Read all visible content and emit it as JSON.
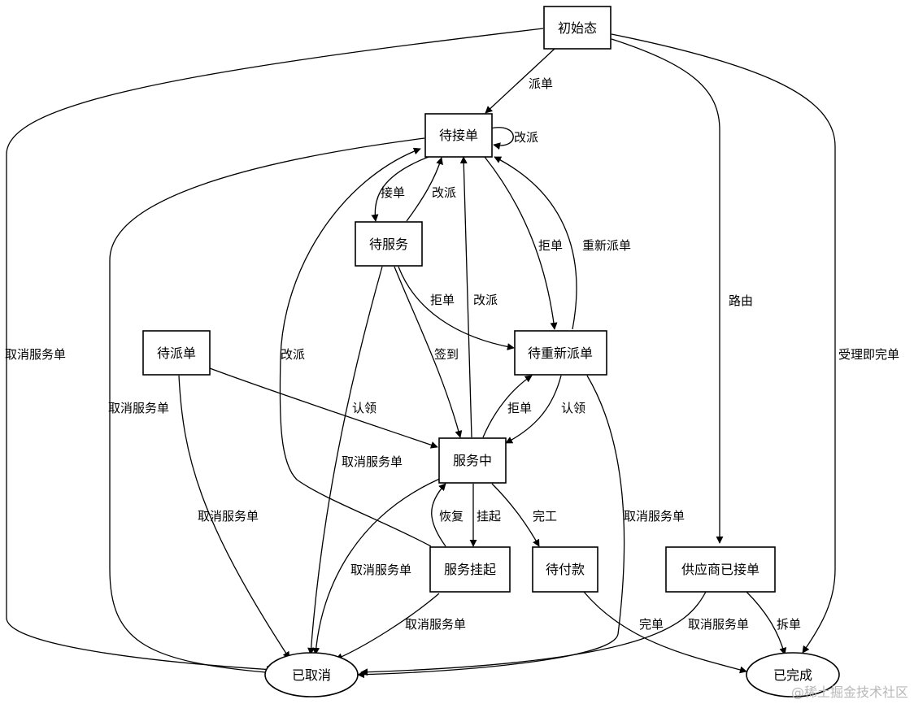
{
  "nodes": {
    "initial": "初始态",
    "pending_accept": "待接单",
    "pending_service": "待服务",
    "pending_dispatch": "待派单",
    "pending_redispatch": "待重新派单",
    "in_service": "服务中",
    "service_suspended": "服务挂起",
    "pending_payment": "待付款",
    "supplier_accepted": "供应商已接单",
    "cancelled": "已取消",
    "completed": "已完成"
  },
  "edges": {
    "initial_dispatch": "派单",
    "initial_route": "路由",
    "initial_complete": "受理即完单",
    "initial_cancel": "取消服务单",
    "self_reassign": "改派",
    "accept_order": "接单",
    "service_reassign": "改派",
    "reject_1": "拒单",
    "redispatch": "重新派单",
    "service_reject": "拒单",
    "in_service_reassign": "改派",
    "check_in": "签到",
    "claim_1": "认领",
    "claim_2": "认领",
    "reject_2": "拒单",
    "suspend_reassign": "改派",
    "dispatch_cancel_1": "取消服务单",
    "dispatch_cancel_2": "取消服务单",
    "service_cancel": "取消服务单",
    "redispatch_cancel": "取消服务单",
    "resume": "恢复",
    "suspend": "挂起",
    "finish_work": "完工",
    "in_service_cancel": "取消服务单",
    "suspended_cancel": "取消服务单",
    "complete_order": "完单",
    "supplier_cancel": "取消服务单",
    "split_order": "拆单"
  },
  "watermark": "@稀土掘金技术社区"
}
